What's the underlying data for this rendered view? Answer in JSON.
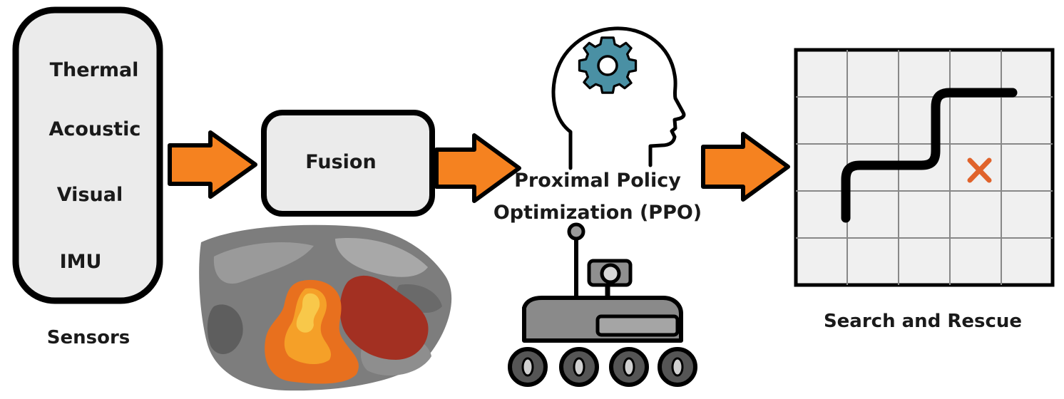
{
  "colors": {
    "arrow_fill": "#F58220",
    "box_fill": "#EBEBEB",
    "stroke": "#000000",
    "gear": "#4A90A4",
    "target_x": "#E0632B",
    "path": "#000000"
  },
  "sensors": {
    "items": [
      "Thermal",
      "Acoustic",
      "Visual",
      "IMU"
    ],
    "caption": "Sensors"
  },
  "fusion": {
    "label": "Fusion"
  },
  "ppo": {
    "line1": "Proximal Policy",
    "line2": "Optimization (PPO)",
    "icon": "head-gear-icon"
  },
  "robot": {
    "icon": "rover-robot-icon"
  },
  "thermal_scene": {
    "icon": "thermal-victim-image"
  },
  "search": {
    "caption": "Search and Rescue",
    "grid_columns": 5,
    "grid_rows": 5,
    "icon": "grid-map-icon"
  }
}
